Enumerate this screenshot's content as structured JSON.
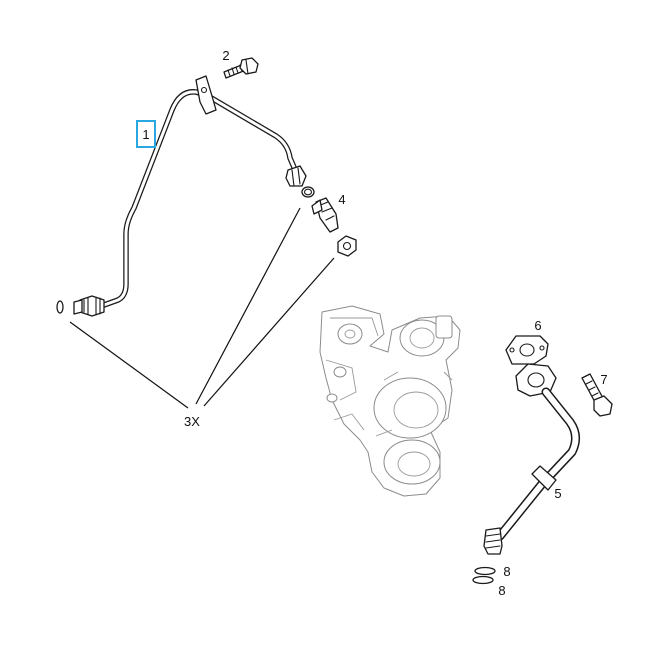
{
  "accent_color": "#29a7e1",
  "callouts": {
    "p1": "1",
    "p2": "2",
    "p4": "4",
    "p5": "5",
    "p6": "6",
    "p7": "7",
    "p8a": "8",
    "p8b": "8",
    "qty": "3X"
  }
}
